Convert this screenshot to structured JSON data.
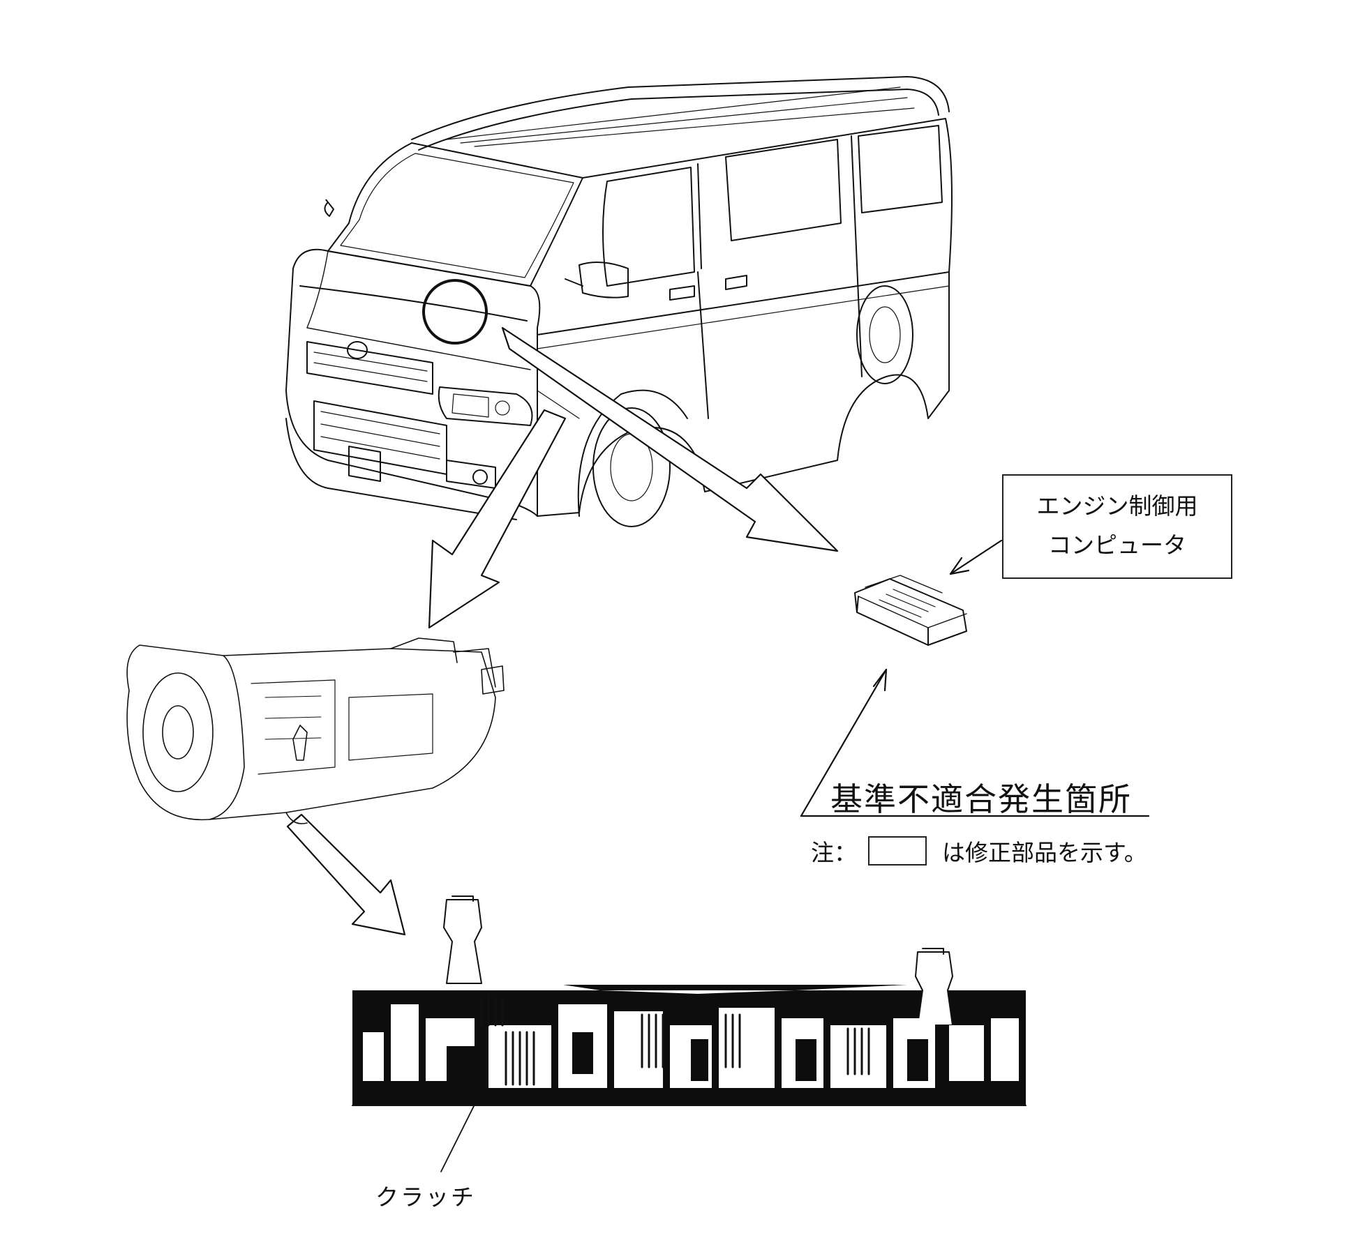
{
  "labels": {
    "ecu_line1": "エンジン制御用",
    "ecu_line2": "コンピュータ",
    "nonconformity_title": "基準不適合発生箇所",
    "note_prefix": "注：",
    "note_suffix": "は修正部品を示す。",
    "clutch": "クラッチ"
  },
  "colors": {
    "line": "#111111",
    "fill_dark": "#0d0d0d",
    "background": "#ffffff"
  }
}
